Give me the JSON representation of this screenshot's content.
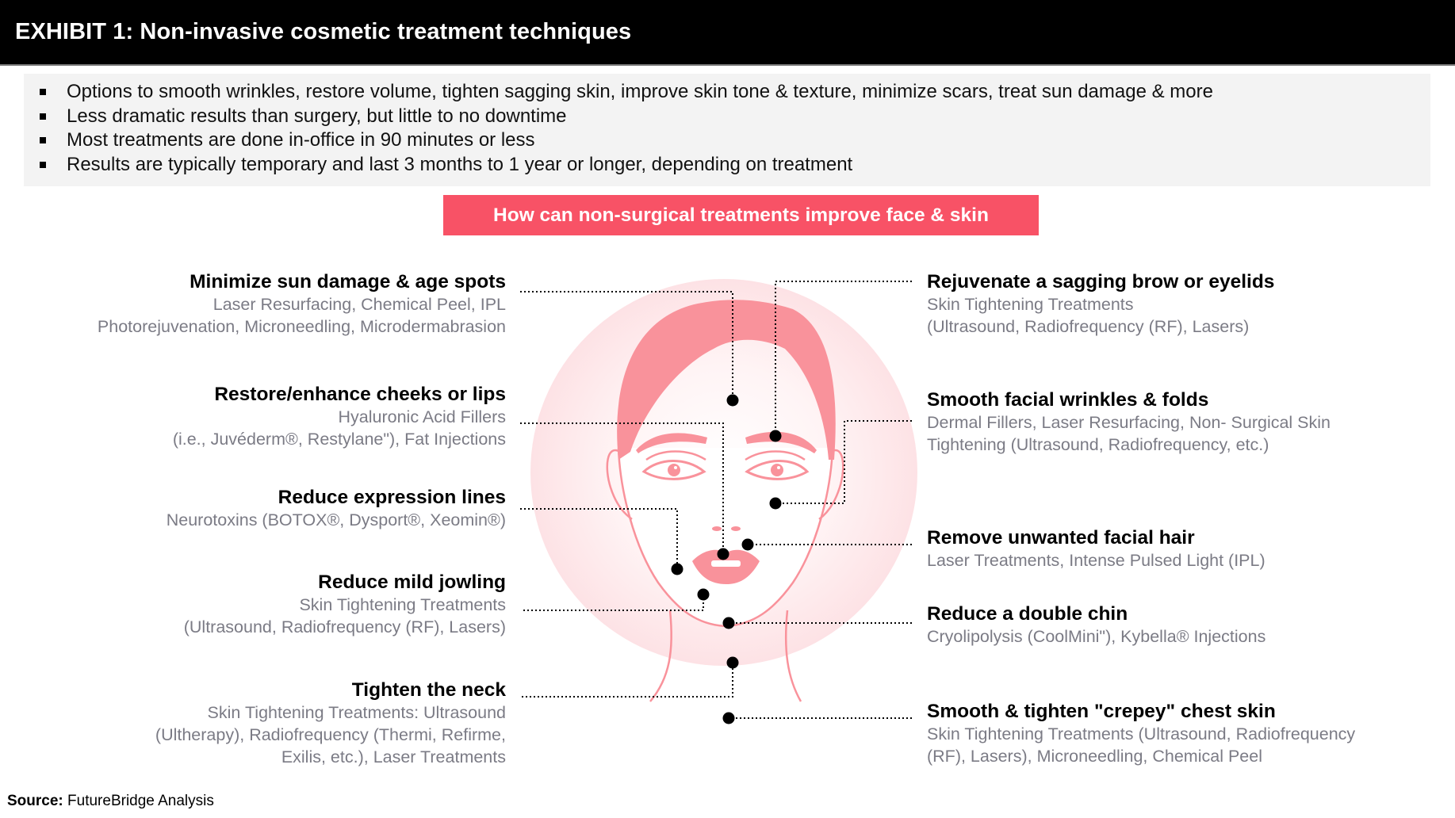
{
  "header": {
    "title": "EXHIBIT 1: Non-invasive cosmetic treatment techniques"
  },
  "summary": {
    "bullets": [
      "Options to smooth wrinkles, restore volume, tighten sagging skin, improve skin tone & texture, minimize scars, treat sun damage & more",
      "Less dramatic results than surgery, but little to no downtime",
      "Most treatments are done in-office in 90 minutes or less",
      "Results are typically temporary and last 3 months to 1 year or longer, depending on treatment"
    ]
  },
  "banner": {
    "title": "How can non-surgical treatments improve face & skin",
    "color": "#f85266"
  },
  "left_items": [
    {
      "title": "Minimize sun damage & age spots",
      "desc": [
        "Laser Resurfacing, Chemical Peel, IPL",
        "Photorejuvenation, Microneedling, Microdermabrasion"
      ]
    },
    {
      "title": "Restore/enhance cheeks or lips",
      "desc": [
        "Hyaluronic Acid Fillers",
        "(i.e., Juvéderm®, Restylane\"), Fat Injections"
      ]
    },
    {
      "title": "Reduce expression lines",
      "desc": [
        "Neurotoxins (BOTOX®, Dysport®, Xeomin®)"
      ]
    },
    {
      "title": "Reduce mild jowling",
      "desc": [
        "Skin Tightening Treatments",
        "(Ultrasound, Radiofrequency (RF), Lasers)"
      ]
    },
    {
      "title": "Tighten the neck",
      "desc": [
        "Skin Tightening Treatments: Ultrasound",
        "(Ultherapy), Radiofrequency (Thermi, Refirme,",
        "Exilis, etc.), Laser Treatments"
      ]
    }
  ],
  "right_items": [
    {
      "title": "Rejuvenate a sagging brow or eyelids",
      "desc": [
        "Skin Tightening Treatments",
        "(Ultrasound, Radiofrequency (RF), Lasers)"
      ]
    },
    {
      "title": "Smooth facial wrinkles & folds",
      "desc": [
        "Dermal Fillers, Laser Resurfacing, Non- Surgical Skin",
        "Tightening (Ultrasound, Radiofrequency, etc.)"
      ]
    },
    {
      "title": "Remove unwanted facial hair",
      "desc": [
        "Laser Treatments, Intense Pulsed Light (IPL)"
      ]
    },
    {
      "title": "Reduce a double chin",
      "desc": [
        "Cryolipolysis (CoolMini\"), Kybella® Injections"
      ]
    },
    {
      "title": "Smooth & tighten \"crepey\" chest skin",
      "desc": [
        "Skin Tightening Treatments (Ultrasound, Radiofrequency",
        "(RF), Lasers), Microneedling, Chemical Peel"
      ]
    }
  ],
  "illustration": {
    "subject": "female-face-with-treatment-markers",
    "accent_color": "#f9929b",
    "halo_color": "#fde4e6",
    "marker_color": "#000000"
  },
  "footer": {
    "source_label": "Source:",
    "source_value": " FutureBridge Analysis"
  }
}
